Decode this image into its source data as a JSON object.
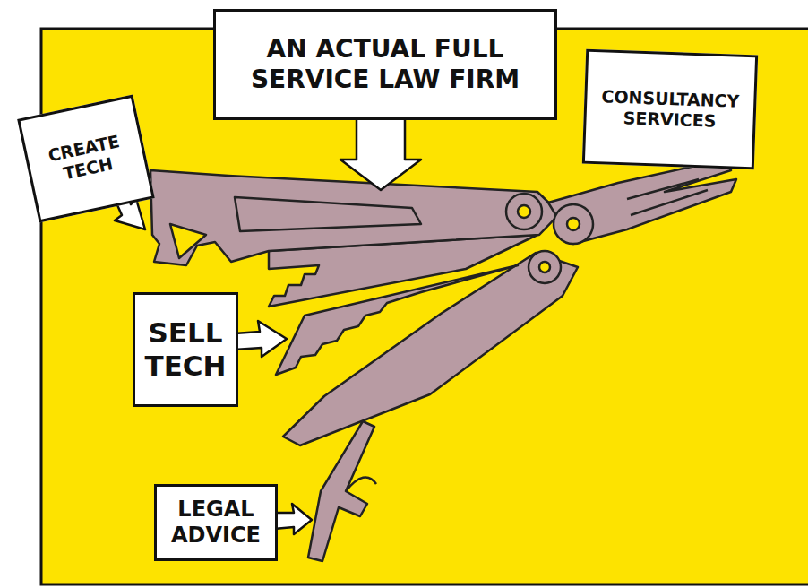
{
  "diagram": {
    "nodes": [
      {
        "text": [
          "AN ACTUAL FULL SERVICE LAW FIRM"
        ]
      },
      {
        "text": [
          "CONSULTANCY SERVICES"
        ]
      },
      {
        "text": [
          "CREATE TECH"
        ]
      },
      {
        "text": [
          "SELL TECH"
        ]
      },
      {
        "text": [
          "LEGAL ADVICE"
        ]
      }
    ]
  }
}
